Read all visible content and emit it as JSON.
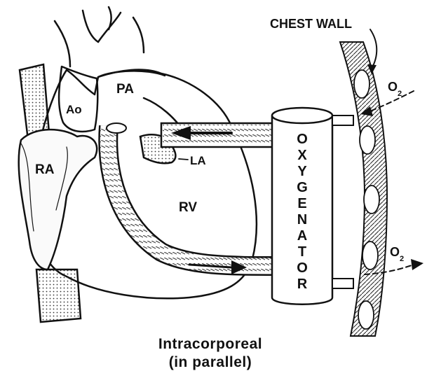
{
  "labels": {
    "chest_wall": "CHEST WALL",
    "o2_in": "O",
    "o2_in_sub": "2",
    "o2_out": "O",
    "o2_out_sub": "2",
    "ao": "Ao",
    "pa": "PA",
    "ra": "RA",
    "la": "LA",
    "rv": "RV",
    "oxygenator": [
      "O",
      "X",
      "Y",
      "G",
      "E",
      "N",
      "A",
      "T",
      "O",
      "R"
    ]
  },
  "caption": {
    "line1": "Intracorporeal",
    "line2": "(in parallel)"
  }
}
